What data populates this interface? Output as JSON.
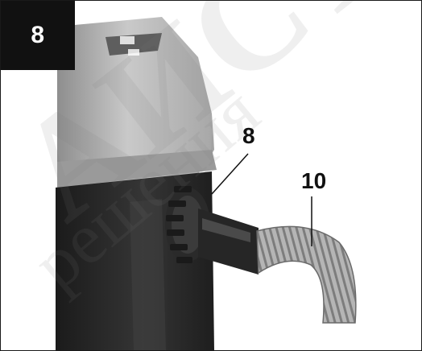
{
  "figure": {
    "number": "8"
  },
  "callouts": {
    "hose_connector": "8",
    "hose": "10"
  },
  "watermark": {
    "primary": "АИСТ",
    "secondary": "решения"
  },
  "colors": {
    "badge_bg": "#111111",
    "lid": "#bdbdbd",
    "body": "#262626",
    "hose": "#a9a9a9"
  }
}
